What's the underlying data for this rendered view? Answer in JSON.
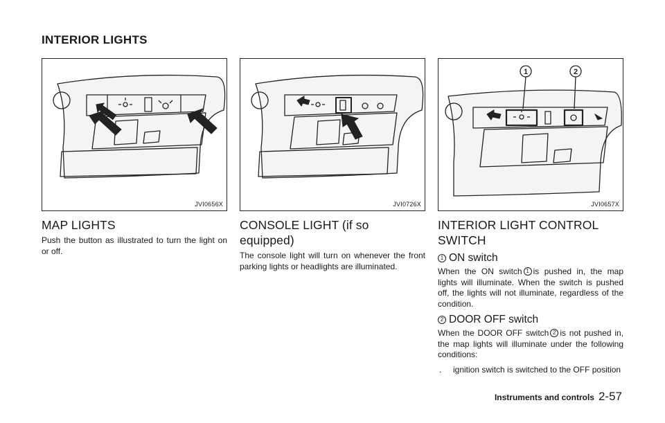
{
  "section_title": "INTERIOR LIGHTS",
  "figures": [
    {
      "code": "JVI0656X"
    },
    {
      "code": "JVI0726X"
    },
    {
      "code": "JVI0657X",
      "callout_1": "1",
      "callout_2": "2"
    }
  ],
  "map_lights": {
    "heading": "MAP LIGHTS",
    "body": "Push the button as illustrated to turn the light on or off."
  },
  "console_light": {
    "heading": "CONSOLE LIGHT (if so equipped)",
    "body": "The console light will turn on whenever the front parking lights or headlights are illuminated."
  },
  "interior_control": {
    "heading": "INTERIOR LIGHT CONTROL SWITCH",
    "on_switch": {
      "num": "1",
      "heading": "ON switch",
      "body_pre": "When the ON switch",
      "body_post": "is pushed in, the map lights will illuminate. When the switch is pushed off, the lights will not illuminate, regardless of the condition."
    },
    "door_off": {
      "num": "2",
      "heading": "DOOR OFF switch",
      "body_pre": "When the DOOR OFF switch",
      "body_post": "is not pushed in, the map lights will illuminate under the following conditions:",
      "bullet_mark": ".",
      "bullet": "ignition switch is switched to the OFF position"
    }
  },
  "footer": {
    "label": "Instruments and controls",
    "page": "2-57"
  }
}
